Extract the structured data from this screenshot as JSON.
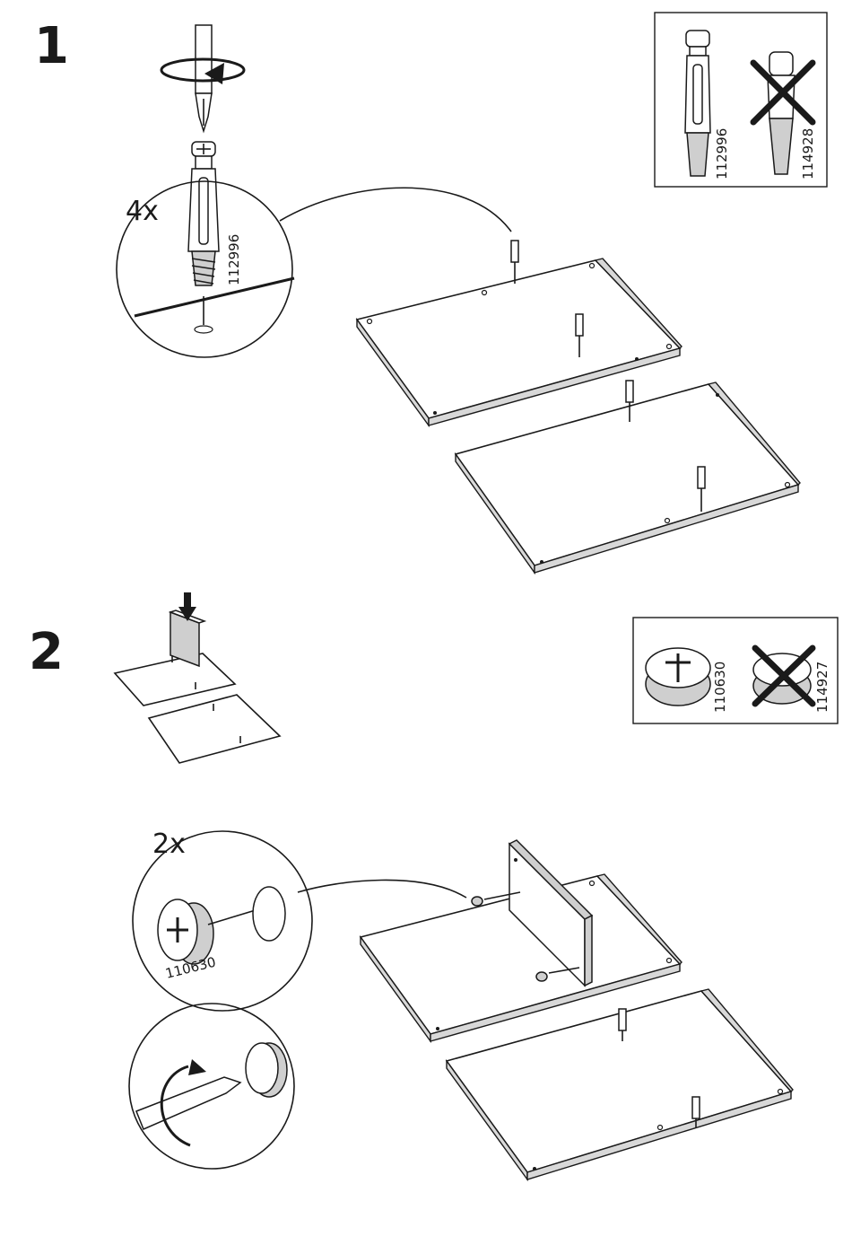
{
  "steps": [
    {
      "number": "1",
      "quantity": "4x",
      "part_code": "112996",
      "reference_box": {
        "correct_code": "112996",
        "wrong_code": "114928"
      }
    },
    {
      "number": "2",
      "quantity": "2x",
      "part_code": "110630",
      "reference_box": {
        "correct_code": "110630",
        "wrong_code": "114927"
      }
    }
  ],
  "icons": {
    "screwdriver": "screwdriver-icon",
    "rotate_arrow": "rotate-arrow-icon",
    "down_arrow": "down-arrow-icon",
    "wrong_mark": "x-mark-icon"
  }
}
